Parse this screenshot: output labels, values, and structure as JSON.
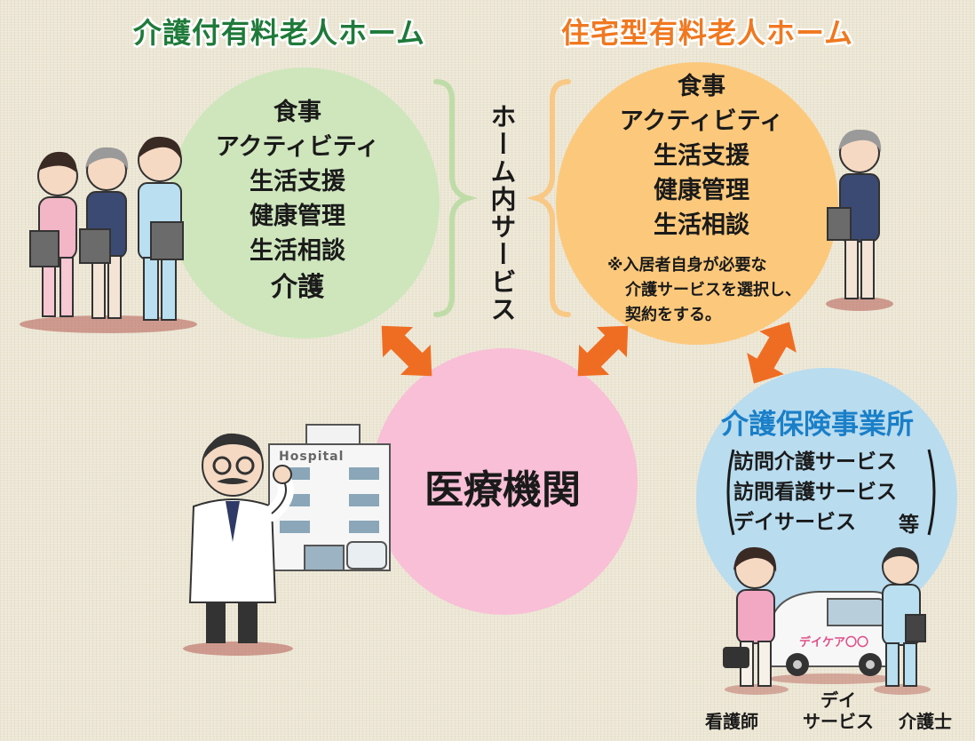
{
  "titles": {
    "left": "介護付有料老人ホーム",
    "right": "住宅型有料老人ホーム"
  },
  "colors": {
    "left_title": "#1f7a3a",
    "right_title": "#f07820",
    "left_circle": "#cfe6bd",
    "right_circle": "#fcc97c",
    "medical_circle": "#f8bfd6",
    "insurance_circle": "#b9dcef",
    "arrows": "#ef6d22"
  },
  "left_services": [
    "食事",
    "アクティビティ",
    "生活支援",
    "健康管理",
    "生活相談",
    "介護"
  ],
  "right_services": [
    "食事",
    "アクティビティ",
    "生活支援",
    "健康管理",
    "生活相談"
  ],
  "right_note": [
    "※入居者自身が必要な",
    "介護サービスを選択し、",
    "契約をする。"
  ],
  "center_label": "ホーム内サービス",
  "medical": {
    "label": "医療機関",
    "hospital_sign": "Hospital"
  },
  "insurance": {
    "title": "介護保険事業所",
    "items": [
      "訪問介護サービス",
      "訪問看護サービス",
      "デイサービス"
    ],
    "suffix": "等",
    "car_text": "デイケア〇〇"
  },
  "people": {
    "nurse": "看護師",
    "day_line1": "デイ",
    "day_line2": "サービス",
    "caregiver": "介護士"
  }
}
